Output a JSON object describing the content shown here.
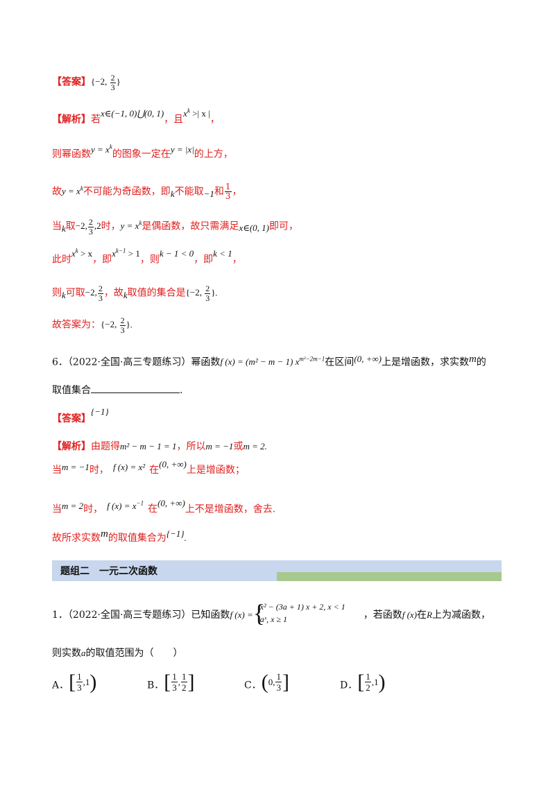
{
  "answer1": {
    "tag": "【答案】",
    "set_open": "{−2, ",
    "num": "2",
    "den": "3",
    "set_close": "}"
  },
  "analysis": {
    "tag": "【解析】",
    "l1_a": "若",
    "l1_math": "x∈(−1, 0)⋃(0, 1)",
    "l1_b": "，且",
    "l1_math2": "x",
    "l1_sup": "k",
    "l1_math3": " >| x |",
    "l1_c": "，",
    "l2_a": "则幂函数",
    "l2_math": "y = x",
    "l2_sup": "k",
    "l2_b": "的图象一定在",
    "l2_math2": "y = |x|",
    "l2_c": "的上方，",
    "l3_a": "故",
    "l3_math": "y = x",
    "l3_sup": "k",
    "l3_b": "不可能为奇函数，即",
    "l3_k": "k",
    "l3_c": "不能取",
    "l3_neg1": "−1",
    "l3_d": "和",
    "l3_num": "1",
    "l3_den": "3",
    "l3_e": "，",
    "l4_a": "当",
    "l4_k": "k",
    "l4_b": "取",
    "l4_m1": "−2,",
    "l4_num": "2",
    "l4_den": "3",
    "l4_m2": ",2",
    "l4_c": "时，",
    "l4_math": "y = x",
    "l4_sup": "k",
    "l4_d": "是偶函数，故只需满足",
    "l4_math2": "x∈(0, 1)",
    "l4_e": "即可，",
    "l5_a": "此时",
    "l5_m1": "x",
    "l5_s1": "k",
    "l5_m1b": " > x",
    "l5_b": "，即",
    "l5_m2": "x",
    "l5_s2": "k−1",
    "l5_m2b": " > 1",
    "l5_c": "，则",
    "l5_m3": "k − 1 < 0",
    "l5_d": "，即",
    "l5_m4": "k < 1",
    "l5_e": "，",
    "l6_a": "则",
    "l6_k": "k",
    "l6_b": "可取",
    "l6_m1": "−2,",
    "l6_num": "2",
    "l6_den": "3",
    "l6_c": "，故",
    "l6_k2": "k",
    "l6_d": "取值的集合是",
    "l6_set_open": "{−2, ",
    "l6_snum": "2",
    "l6_sden": "3",
    "l6_set_close": "}",
    "l6_e": ".",
    "l7_a": "故答案为：",
    "l7_set_open": "{−2, ",
    "l7_num": "2",
    "l7_den": "3",
    "l7_set_close": "}",
    "l7_e": "."
  },
  "q6": {
    "l1_a": "6．（2022·全国·高三专题练习）幂函数",
    "l1_math": "f (x) = (m² − m − 1) x",
    "l1_sup": "m²−2m−1",
    "l1_b": "在区间",
    "l1_math2": "(0, +∞)",
    "l1_c": "上是增函数，求实数",
    "l1_m": "m",
    "l1_d": "的",
    "l2_a": "取值集合",
    "l2_b": "."
  },
  "answer2": {
    "tag": "【答案】",
    "value": "{−1}"
  },
  "analysis2": {
    "tag": "【解析】",
    "l1_a": "由题得",
    "l1_math": "m² − m − 1 = 1",
    "l1_b": "，所以",
    "l1_math2": "m = −1",
    "l1_c": "或",
    "l1_math3": "m = 2",
    "l1_d": ".",
    "l2_a": "当",
    "l2_math": "m = −1",
    "l2_b": "时，",
    "l2_math2": "f (x) = x²",
    "l2_c": "在",
    "l2_math3": "(0, +∞)",
    "l2_d": "上是增函数；",
    "l3_a": "当",
    "l3_math": "m = 2",
    "l3_b": "时，",
    "l3_math2": "f (x) = x",
    "l3_sup": "−1",
    "l3_c": "在",
    "l3_math3": "(0, +∞)",
    "l3_d": "上不是增函数，舍去.",
    "l4_a": "故所求实数",
    "l4_m": "m",
    "l4_b": "的取值集合为",
    "l4_math": "{−1}",
    "l4_c": "."
  },
  "section": {
    "title": "题组二　一元二次函数"
  },
  "q1": {
    "l1_a": "1．（2022·全国·高三专题练习）已知函数",
    "l1_fx": "f (x) =",
    "case1": "x² − (3a + 1) x + 2, x < 1",
    "case2": "aˣ, x ≥ 1",
    "l1_b": "，若函数",
    "l1_math": "f (x)",
    "l1_c": "在",
    "l1_R": "R",
    "l1_d": "上为减函数，",
    "l2_a": "则实数",
    "l2_var": "a",
    "l2_b": "的取值范围为（　　）",
    "choices": [
      {
        "label": "A．",
        "open": "[",
        "num": "1",
        "den": "3",
        "rest": ",1",
        "close": ")"
      },
      {
        "label": "B．",
        "open": "[",
        "num": "1",
        "den": "3",
        "rest2num": "1",
        "rest2den": "2",
        "close": "]"
      },
      {
        "label": "C．",
        "open": "(",
        "pre": "0,",
        "num": "1",
        "den": "3",
        "close": "]"
      },
      {
        "label": "D．",
        "open": "[",
        "num": "1",
        "den": "2",
        "rest": ",1",
        "close": ")"
      }
    ]
  }
}
